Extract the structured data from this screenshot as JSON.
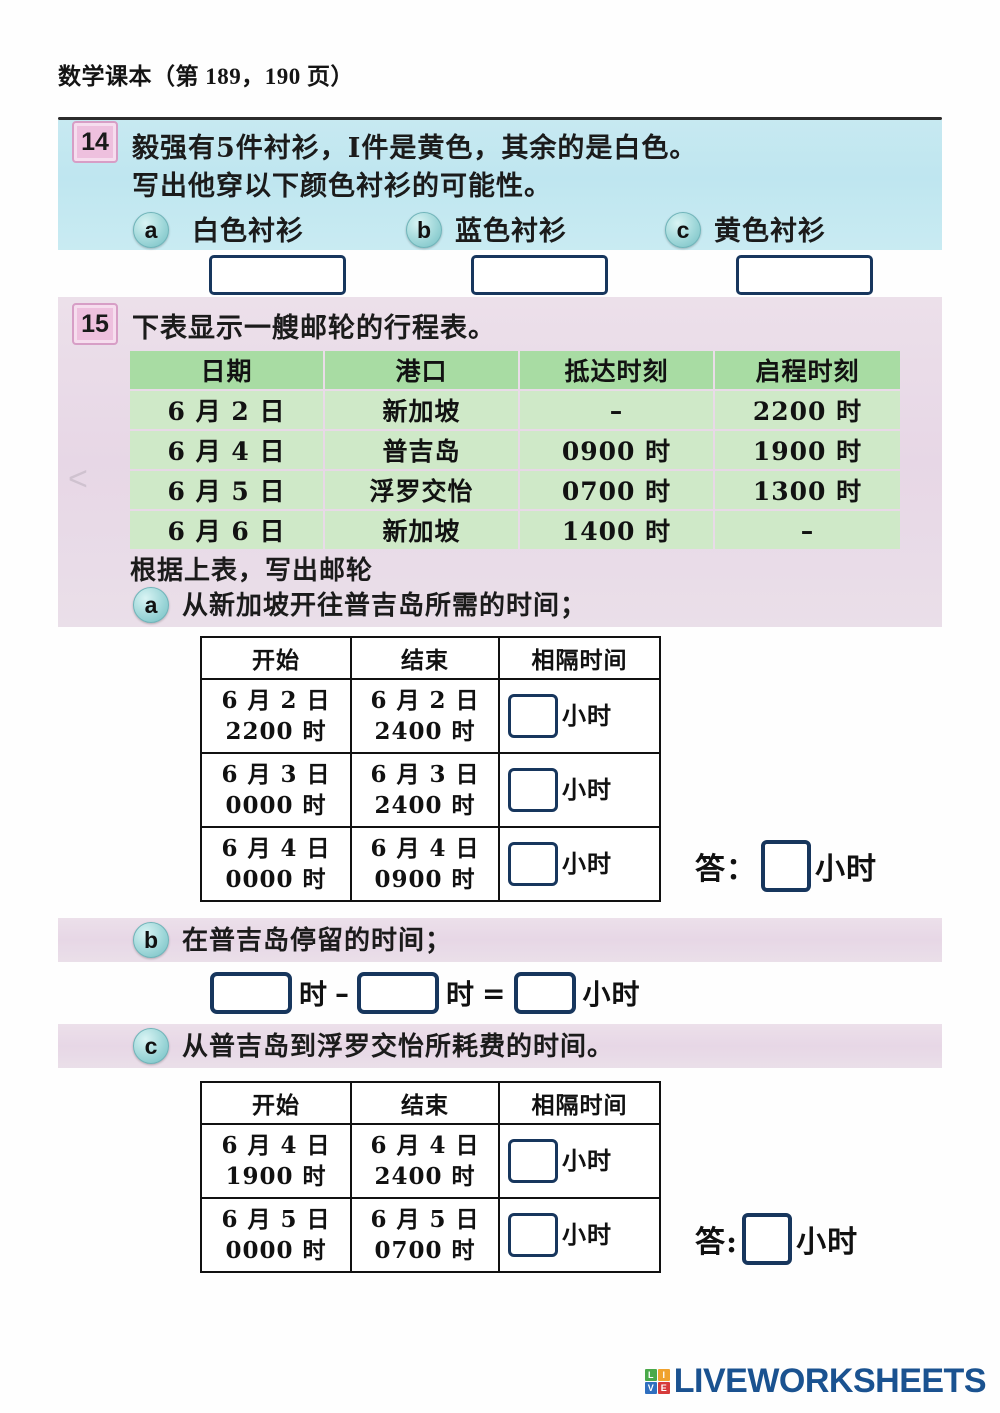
{
  "document": {
    "title": "数学课本（第 189，190 页）"
  },
  "questions": [
    {
      "number": "14",
      "lines": [
        "毅强有5件衬衫，I件是黄色，其余的是白色。",
        "写出他穿以下颜色衬衫的可能性。"
      ],
      "options": [
        {
          "letter": "a",
          "label": "白色衬衫"
        },
        {
          "letter": "b",
          "label": "蓝色衬衫"
        },
        {
          "letter": "c",
          "label": "黄色衬衫"
        }
      ],
      "answer_inputs": [
        "",
        "",
        ""
      ]
    },
    {
      "number": "15",
      "prompt": "下表显示一艘邮轮的行程表。",
      "schedule": {
        "headers": [
          "日期",
          "港口",
          "抵达时刻",
          "启程时刻"
        ],
        "rows": [
          [
            "6 月 2 日",
            "新加坡",
            "–",
            "2200 时"
          ],
          [
            "6 月 4 日",
            "普吉岛",
            "0900 时",
            "1900 时"
          ],
          [
            "6 月 5 日",
            "浮罗交怡",
            "0700 时",
            "1300 时"
          ],
          [
            "6 月 6 日",
            "新加坡",
            "1400 时",
            "–"
          ]
        ]
      },
      "instruction": "根据上表，写出邮轮",
      "parts": [
        {
          "letter": "a",
          "text": "从新加坡开往普吉岛所需的时间；",
          "table": {
            "headers": [
              "开始",
              "结束",
              "相隔时间"
            ],
            "rows": [
              {
                "start": [
                  "6 月 2 日",
                  "2200 时"
                ],
                "end": [
                  "6 月 2 日",
                  "2400 时"
                ],
                "value": "",
                "unit": "小时"
              },
              {
                "start": [
                  "6 月 3 日",
                  "0000 时"
                ],
                "end": [
                  "6 月 3 日",
                  "2400 时"
                ],
                "value": "",
                "unit": "小时"
              },
              {
                "start": [
                  "6 月 4 日",
                  "0000 时"
                ],
                "end": [
                  "6 月 4 日",
                  "0900 时"
                ],
                "value": "",
                "unit": "小时"
              }
            ]
          },
          "answer": {
            "label": "答：",
            "value": "",
            "unit": "小时"
          }
        },
        {
          "letter": "b",
          "text": "在普吉岛停留的时间；",
          "equation": {
            "operand1": "",
            "unit1": "时",
            "operator1": "–",
            "operand2": "",
            "unit2": "时",
            "operator2": "=",
            "result": "",
            "unit3": "小时"
          }
        },
        {
          "letter": "c",
          "text": "从普吉岛到浮罗交怡所耗费的时间。",
          "table": {
            "headers": [
              "开始",
              "结束",
              "相隔时间"
            ],
            "rows": [
              {
                "start": [
                  "6 月 4 日",
                  "1900 时"
                ],
                "end": [
                  "6 月 4 日",
                  "2400 时"
                ],
                "value": "",
                "unit": "小时"
              },
              {
                "start": [
                  "6 月 5 日",
                  "0000 时"
                ],
                "end": [
                  "6 月 5 日",
                  "0700 时"
                ],
                "value": "",
                "unit": "小时"
              }
            ]
          },
          "answer": {
            "label": "答:",
            "value": "",
            "unit": "小时"
          }
        }
      ]
    }
  ],
  "footer": {
    "logo_tiles": [
      {
        "letter": "L",
        "color": "#4aa94a"
      },
      {
        "letter": "I",
        "color": "#f0a22e"
      },
      {
        "letter": "V",
        "color": "#2f6fbf"
      },
      {
        "letter": "E",
        "color": "#d63b3b"
      }
    ],
    "wordmark": "LIVEWORKSHEETS",
    "wordmark_color": "#1a5290"
  }
}
